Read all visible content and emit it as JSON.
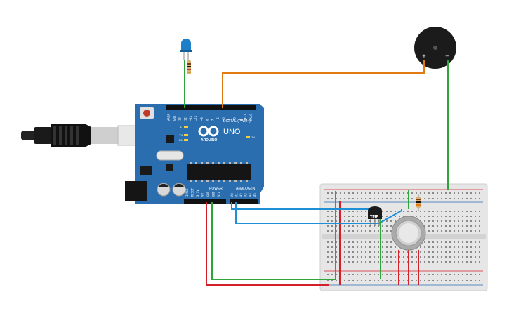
{
  "arduino": {
    "model": "UNO",
    "brand": "ARDUINO",
    "digital_header": "DIGITAL (PWM~)",
    "power_header": "POWER",
    "analog_header": "ANALOG IN",
    "led_l": "L",
    "led_tx": "TX",
    "led_rx": "RX",
    "led_on": "ON",
    "digital_pins": [
      "AREF",
      "GND",
      "13",
      "12",
      "~11",
      "~10",
      "~9",
      "8",
      "7",
      "~6",
      "~5",
      "4",
      "~3",
      "2",
      "TX▸1",
      "RX◂0"
    ],
    "power_pins": [
      "IOREF",
      "RESET",
      "3.3V",
      "5V",
      "GND",
      "GND",
      "Vin"
    ],
    "analog_pins": [
      "A0",
      "A1",
      "A2",
      "A3",
      "A4",
      "A5"
    ]
  },
  "sensor": {
    "label": "TMP"
  },
  "buzzer": {
    "plus": "+",
    "minus": "−"
  },
  "colors": {
    "board": "#2a6eb0",
    "board_dark": "#1c4f82",
    "wire_orange": "#e07b12",
    "wire_green": "#2da53a",
    "wire_red": "#d4202b",
    "wire_blue": "#1e90d8",
    "breadboard": "#e6e6e6"
  }
}
